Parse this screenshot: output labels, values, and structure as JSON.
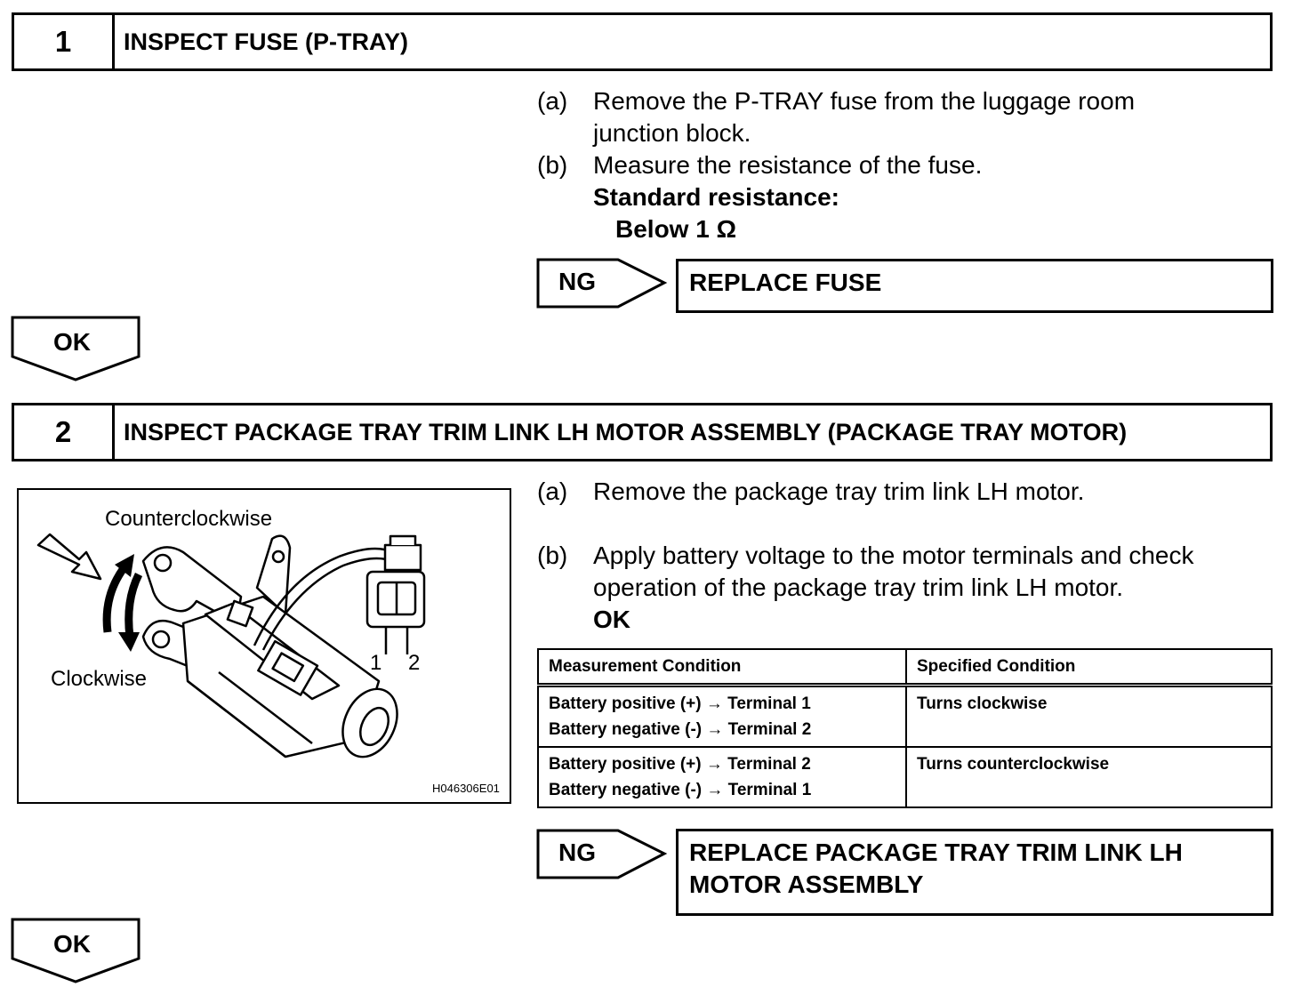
{
  "step1": {
    "number": "1",
    "title": "INSPECT FUSE (P-TRAY)",
    "instructions": [
      {
        "label": "(a)",
        "lines": [
          "Remove the P-TRAY fuse from the luggage room",
          "junction block."
        ]
      },
      {
        "label": "(b)",
        "lines": [
          "Measure the resistance of the fuse."
        ]
      }
    ],
    "standard_label": "Standard resistance:",
    "standard_value": "Below 1 Ω",
    "ng_label": "NG",
    "ng_action": "REPLACE FUSE",
    "ok_label": "OK"
  },
  "step2": {
    "number": "2",
    "title": "INSPECT PACKAGE TRAY TRIM LINK LH MOTOR ASSEMBLY (PACKAGE TRAY MOTOR)",
    "instructions": [
      {
        "label": "(a)",
        "lines": [
          "Remove the package tray trim link LH motor."
        ]
      },
      {
        "label": "(b)",
        "lines": [
          "Apply battery voltage to the motor terminals and check",
          "operation of the package tray trim link LH motor."
        ]
      }
    ],
    "ok_heading": "OK",
    "figure": {
      "label_counterclockwise": "Counterclockwise",
      "label_clockwise": "Clockwise",
      "terminal_1": "1",
      "terminal_2": "2",
      "figure_id": "H046306E01"
    },
    "table": {
      "headers": [
        "Measurement Condition",
        "Specified Condition"
      ],
      "rows": [
        {
          "condition": [
            "Battery positive (+) → Terminal 1",
            "Battery negative (-) → Terminal 2"
          ],
          "result": "Turns clockwise"
        },
        {
          "condition": [
            "Battery positive (+) → Terminal 2",
            "Battery negative (-) → Terminal 1"
          ],
          "result": "Turns counterclockwise"
        }
      ]
    },
    "ng_label": "NG",
    "ng_action_lines": [
      "REPLACE PACKAGE TRAY TRIM LINK LH",
      "MOTOR ASSEMBLY"
    ],
    "ok_label": "OK"
  }
}
